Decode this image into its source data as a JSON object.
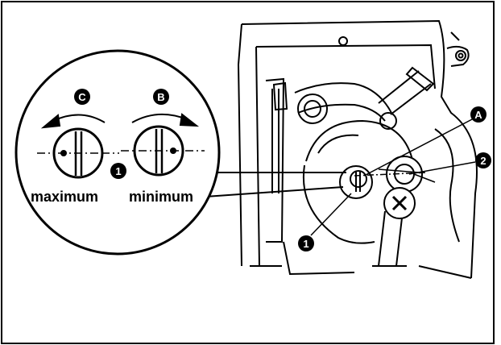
{
  "callouts": {
    "c": "C",
    "b": "B",
    "a": "A",
    "one": "1",
    "two": "2"
  },
  "labels": {
    "maximum": "maximum",
    "minimum": "minimum"
  },
  "colors": {
    "ink": "#000000",
    "background": "#ffffff",
    "badge_text": "#ffffff"
  }
}
